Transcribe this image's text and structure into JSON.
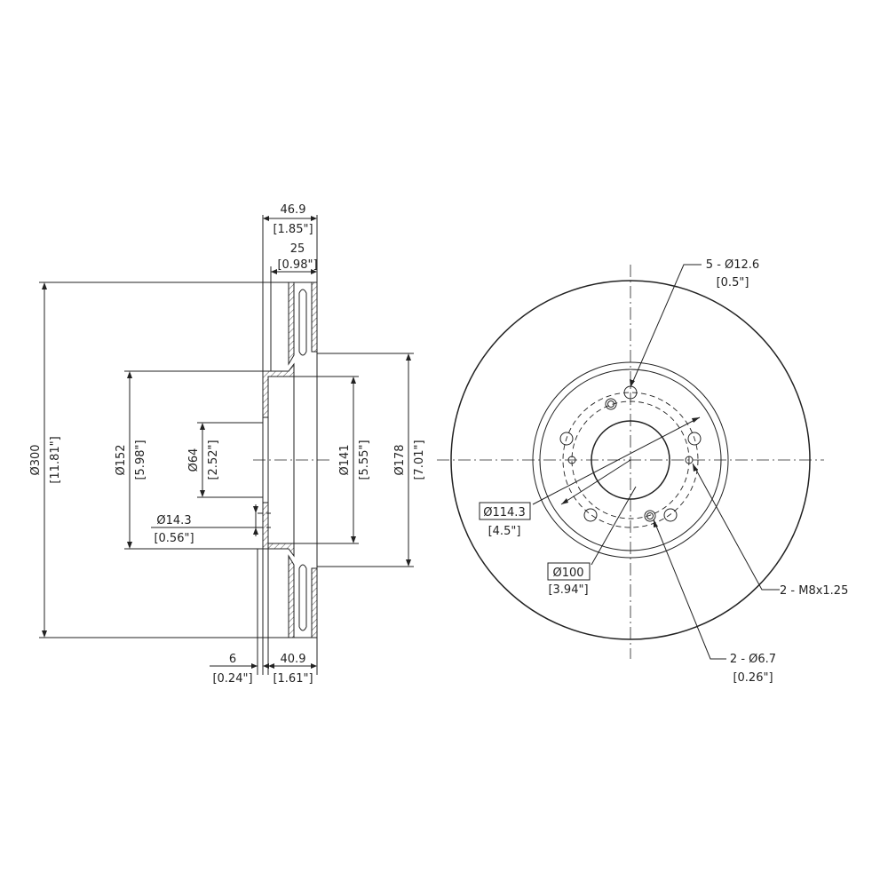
{
  "side_view": {
    "overall_width": {
      "value": "46.9",
      "inch": "[1.85\"]"
    },
    "hat_height": {
      "value": "25",
      "inch": "[0.98\"]"
    },
    "overall_diameter": {
      "value": "Ø300",
      "inch": "[11.81\"]"
    },
    "hat_outer_diameter": {
      "value": "Ø152",
      "inch": "[5.98\"]"
    },
    "center_bore": {
      "value": "Ø64",
      "inch": "[2.52\"]"
    },
    "inner_diameter": {
      "value": "Ø141",
      "inch": "[5.55\"]"
    },
    "friction_inner_diameter": {
      "value": "Ø178",
      "inch": "[7.01\"]"
    },
    "stud_hole": {
      "value": "Ø14.3",
      "inch": "[0.56\"]"
    },
    "hat_thickness": {
      "value": "6",
      "inch": "[0.24\"]"
    },
    "min_thickness": {
      "value": "40.9",
      "inch": "[1.61\"]"
    }
  },
  "front_view": {
    "bolt_holes": {
      "value": "5 - Ø12.6",
      "inch": "[0.5\"]"
    },
    "bolt_circle": {
      "value": "Ø114.3",
      "inch": "[4.5\"]"
    },
    "pilot_circle": {
      "value": "Ø100",
      "inch": "[3.94\"]"
    },
    "threaded_holes": {
      "value": "2 - M8x1.25"
    },
    "locating_holes": {
      "value": "2 - Ø6.7",
      "inch": "[0.26\"]"
    }
  }
}
